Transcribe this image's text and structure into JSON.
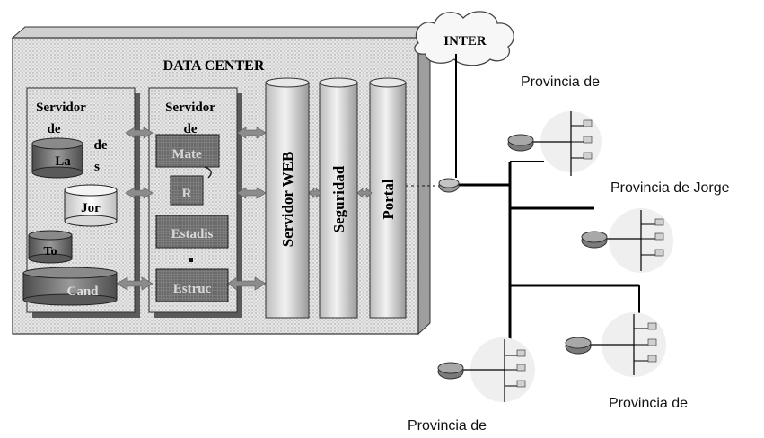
{
  "data_center": {
    "title": "DATA CENTER",
    "db_server_title": [
      "Servidor",
      "de",
      "de",
      "s"
    ],
    "databases": [
      "La",
      "Jor",
      "To",
      "Cand"
    ],
    "app_server_title": [
      "Servidor",
      "de"
    ],
    "modules": [
      "Mate",
      "R",
      "Estadis",
      "Estruc"
    ],
    "web_server": "Servidor WEB",
    "security": "Seguridad",
    "portal": "Portal"
  },
  "internet_cloud": "INTER",
  "provinces": {
    "top_right": "Provincia de",
    "middle_right": "Provincia de Jorge",
    "bottom_right": "Provincia de",
    "bottom_center": "Provincia de"
  }
}
